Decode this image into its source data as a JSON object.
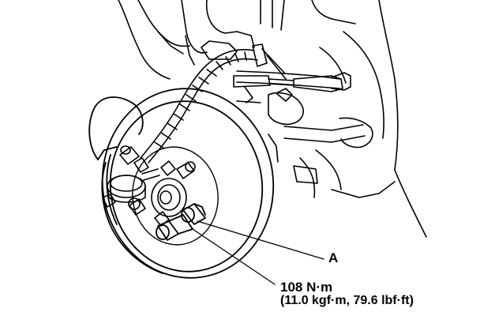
{
  "callouts": {
    "part_a": "A",
    "torque_nm": "108 N·m",
    "torque_alt": "(11.0 kgf·m, 79.6 lbf·ft)"
  },
  "colors": {
    "ink": "#000000",
    "paper": "#ffffff"
  }
}
